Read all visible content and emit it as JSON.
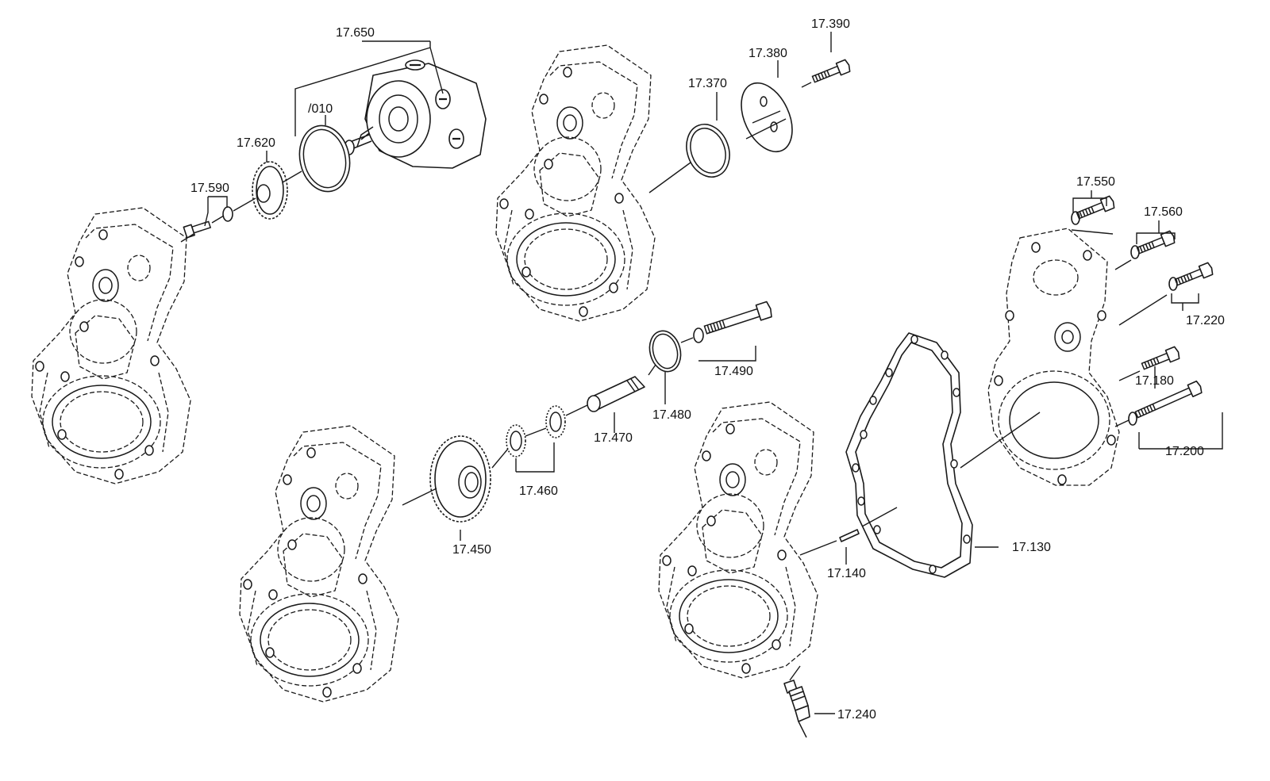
{
  "callouts": {
    "c17650": "17.650",
    "c010": "/010",
    "c17620": "17.620",
    "c17590": "17.590",
    "c17390": "17.390",
    "c17380": "17.380",
    "c17370": "17.370",
    "c17550": "17.550",
    "c17560": "17.560",
    "c17220": "17.220",
    "c17180": "17.180",
    "c17200": "17.200",
    "c17490": "17.490",
    "c17480": "17.480",
    "c17470": "17.470",
    "c17460": "17.460",
    "c17450": "17.450",
    "c17130": "17.130",
    "c17140": "17.140",
    "c17240": "17.240"
  },
  "colors": {
    "line": "#1a1a1a",
    "background": "#ffffff"
  }
}
